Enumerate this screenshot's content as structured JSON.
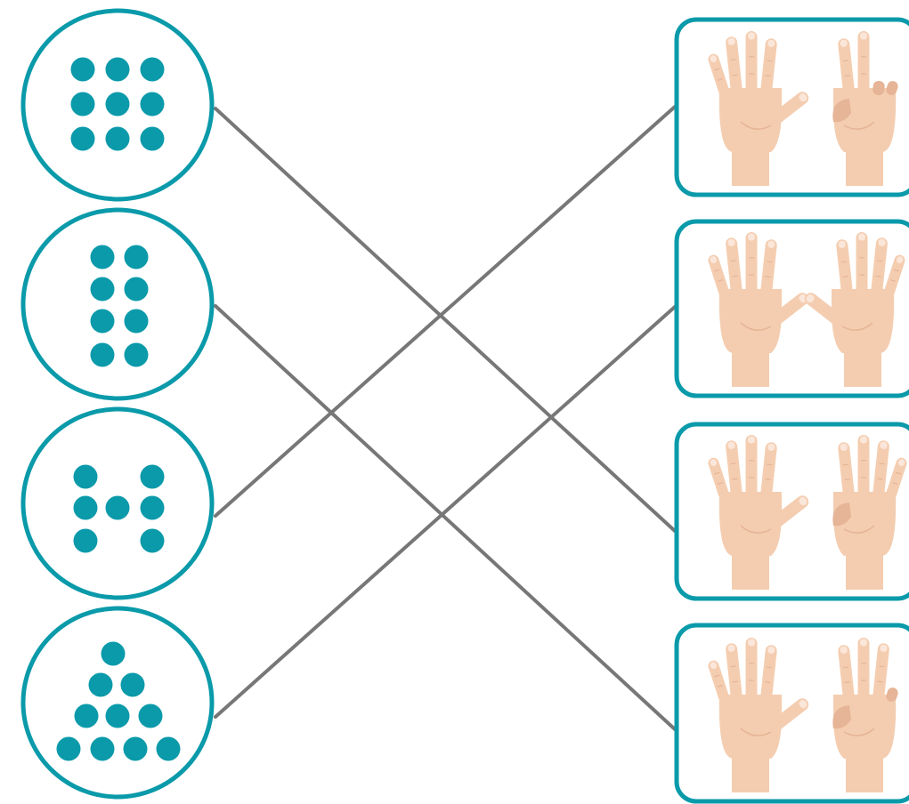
{
  "colors": {
    "accent": "#0a9aaa",
    "line": "#777777",
    "skin": "#f4cdb0",
    "skin_shade": "#e6b496",
    "nail": "#fbe6da",
    "background": "#ffffff"
  },
  "dot_groups": [
    {
      "name": "dots-nine-grid",
      "count": 9
    },
    {
      "name": "dots-eight-pairs",
      "count": 8
    },
    {
      "name": "dots-seven-h",
      "count": 7
    },
    {
      "name": "dots-ten-triangle",
      "count": 10
    }
  ],
  "hand_cards": [
    {
      "name": "hands-five-and-two",
      "left_hand_fingers": 5,
      "right_hand_fingers": 2,
      "total": 7
    },
    {
      "name": "hands-five-and-five",
      "left_hand_fingers": 5,
      "right_hand_fingers": 5,
      "total": 10
    },
    {
      "name": "hands-five-and-four",
      "left_hand_fingers": 5,
      "right_hand_fingers": 4,
      "total": 9
    },
    {
      "name": "hands-five-and-three",
      "left_hand_fingers": 5,
      "right_hand_fingers": 3,
      "total": 8
    }
  ],
  "connections": [
    {
      "from_group": 0,
      "to_card": 2
    },
    {
      "from_group": 1,
      "to_card": 3
    },
    {
      "from_group": 2,
      "to_card": 0
    },
    {
      "from_group": 3,
      "to_card": 1
    }
  ]
}
